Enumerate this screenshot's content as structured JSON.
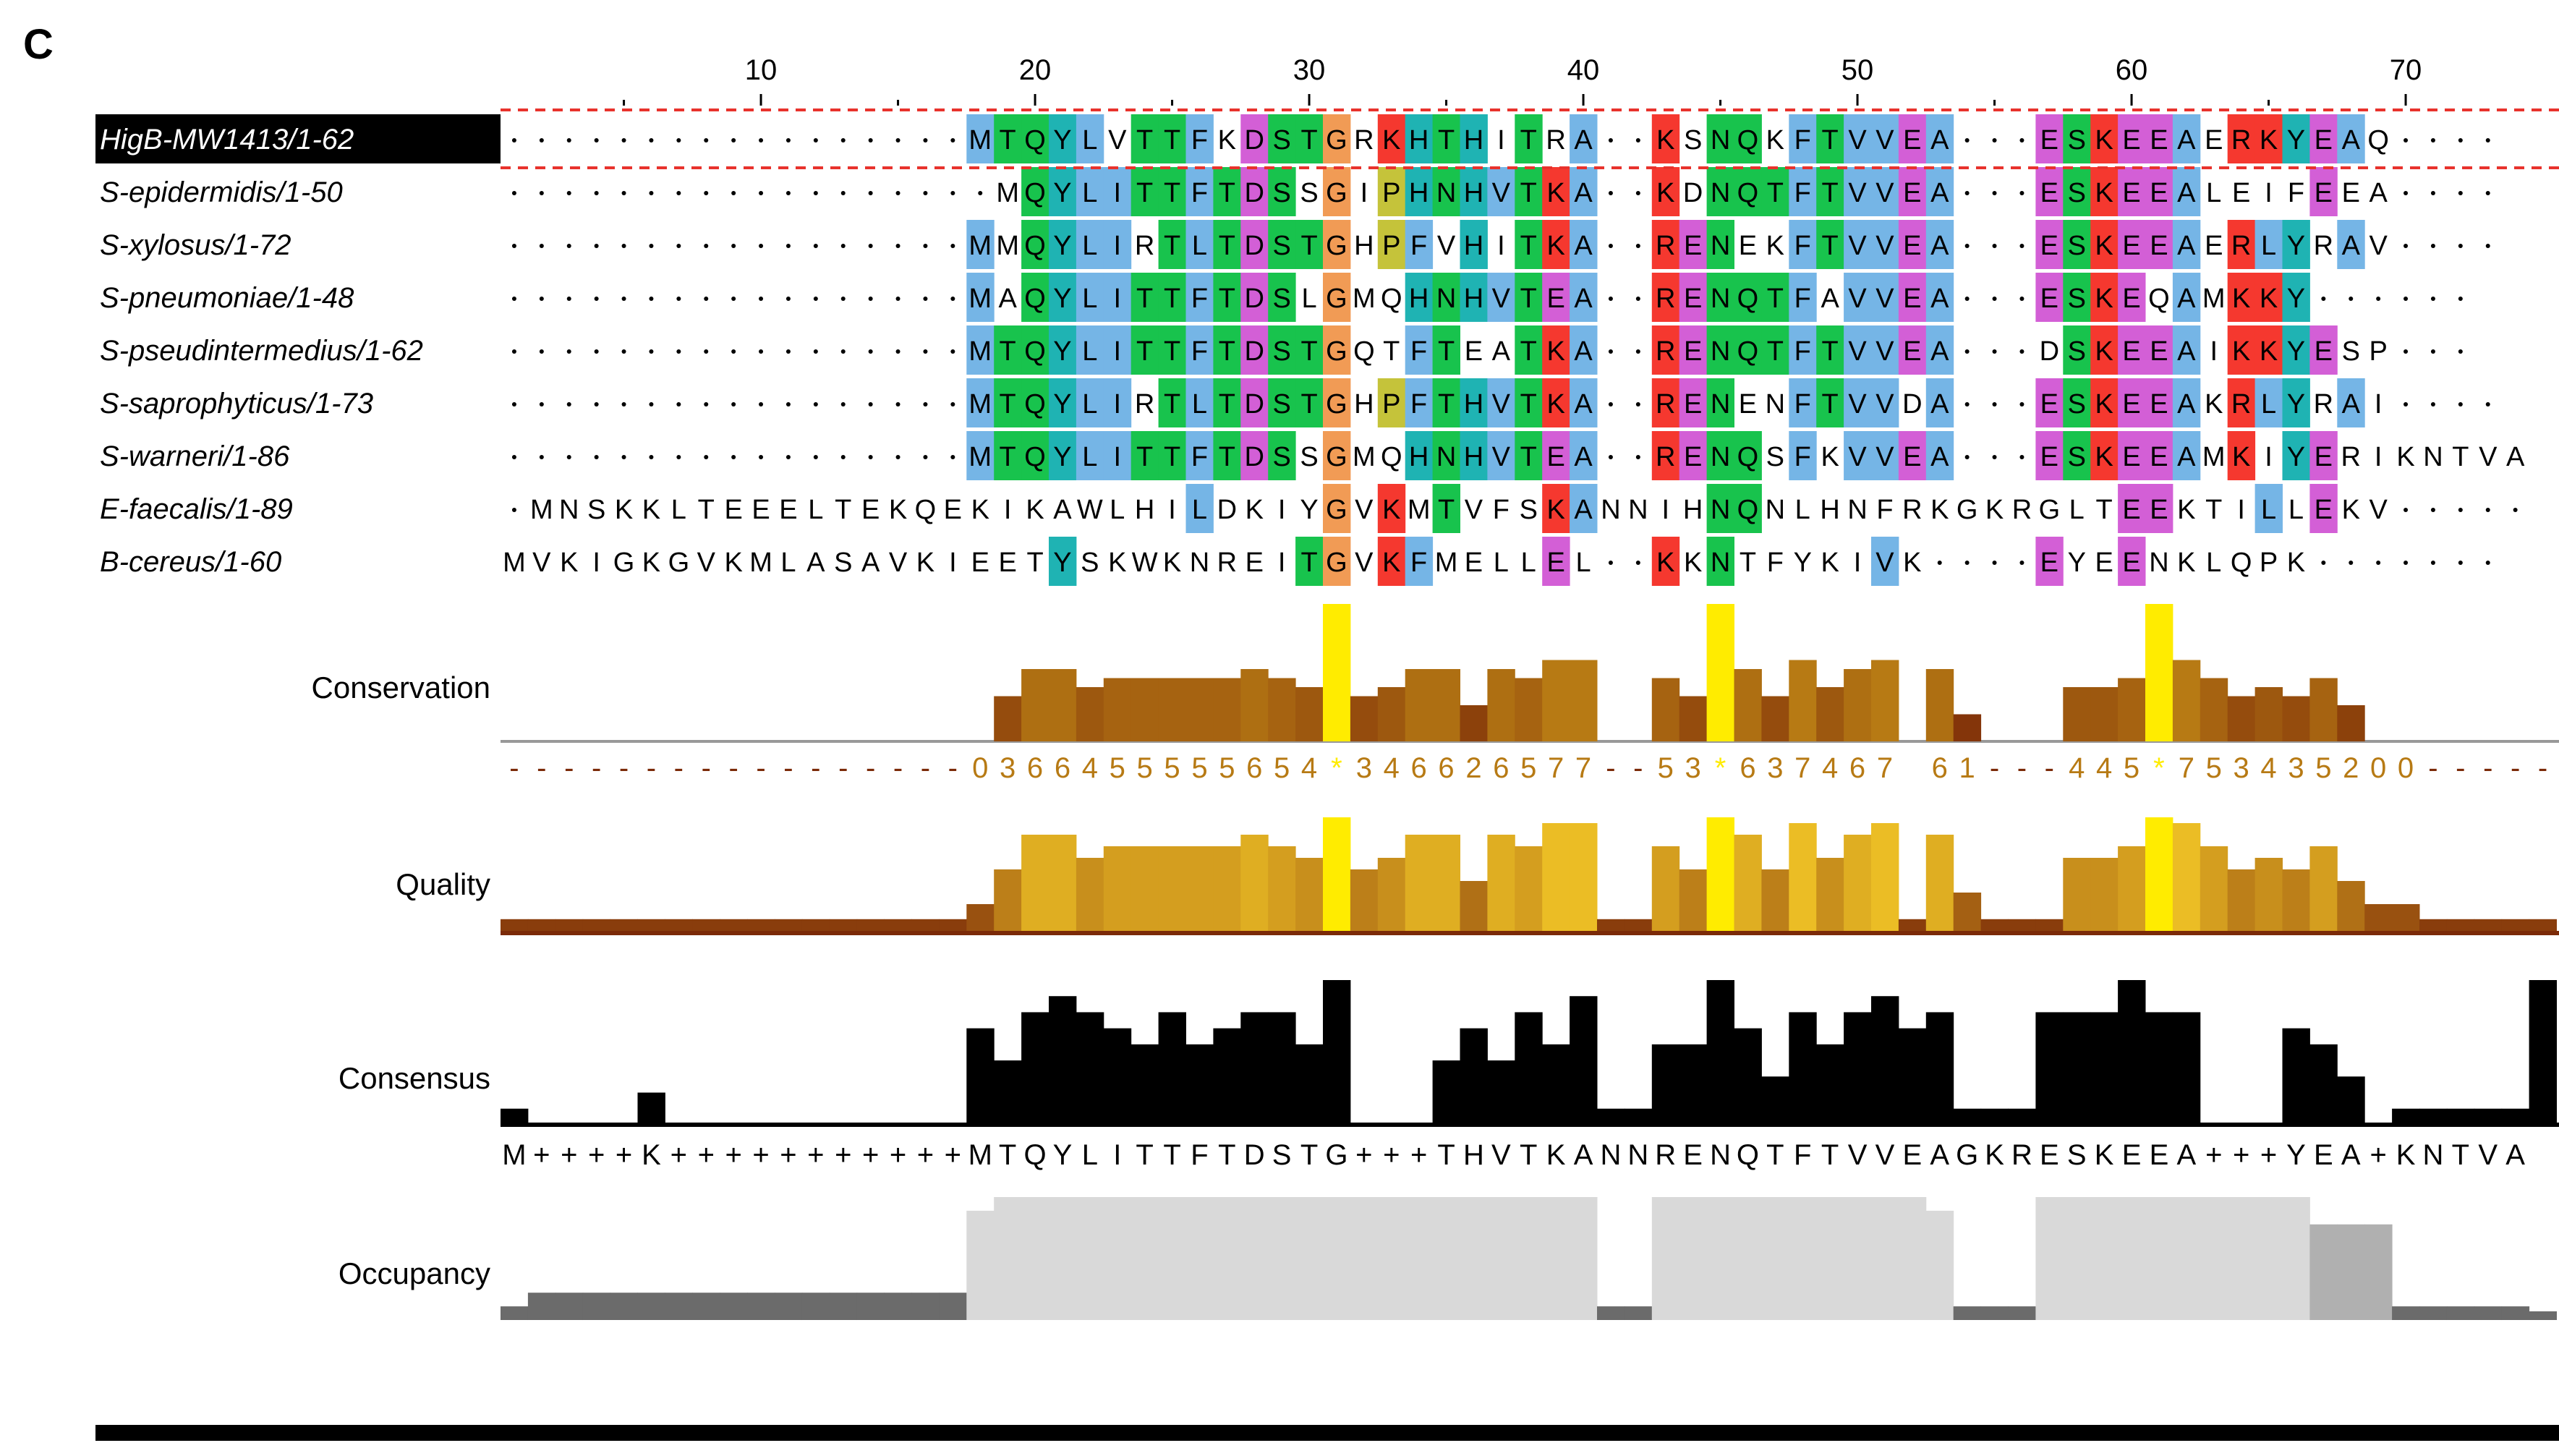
{
  "panel_label": "C",
  "ruler_ticks": [
    "10",
    "20",
    "30",
    "40",
    "50",
    "60",
    "70"
  ],
  "sequences": [
    {
      "name": "HigB-MW1413/1-62",
      "residues": "-----------------MTQYLVTTFKDSTGRKHTHITRA--KSNQKFTVVEA---ESKEEAERKYEAQ----"
    },
    {
      "name": "S-epidermidis/1-50",
      "residues": "------------------MQYLITTFTDSSGIPHNHVTKA--KDNQTFTVVEA---ESKEEALEIFEEA----"
    },
    {
      "name": "S-xylosus/1-72",
      "residues": "-----------------MMQYLIRTLTDSTGHPFVHITKA--RENEKFTVVEA---ESKEEAERLYRAV----"
    },
    {
      "name": "S-pneumoniae/1-48",
      "residues": "-----------------MAQYLITTFTDSLGMQHNHVTEA--RENQTFAVVEA---ESKEQAMKKY------"
    },
    {
      "name": "S-pseudintermedius/1-62",
      "residues": "-----------------MTQYLITTFTDSTGQTFTEATKA--RENQTFTVVEA---DSKEEAIKKYESP---"
    },
    {
      "name": "S-saprophyticus/1-73",
      "residues": "-----------------MTQYLIRTLTDSTGHPFTHVTKA--RENENFTVVDA---ESKEEAKRLYRAI----"
    },
    {
      "name": "S-warneri/1-86",
      "residues": "-----------------MTQYLITTFTDSSGMQHNHVTEA--RENQSFKVVEA---ESKEEAMKIYERIKNTVA"
    },
    {
      "name": "E-faecalis/1-89",
      "residues": "-MNSKKLTEEELTEKQEKIKAWLHILDKIYGVKMTVFSKANNIHNQNLHNFRKGKRGLTEEKTILLEKV-----"
    },
    {
      "name": "B-cereus/1-60",
      "residues": "MVKIGKGVKMLASAVKIEETYSKWKNREITGVKFMELLEL--KKNTFYKIVK----EYEENKLQPK-------"
    }
  ],
  "tracks": {
    "conservation_label": "Conservation",
    "quality_label": "Quality",
    "consensus_label": "Consensus",
    "occupancy_label": "Occupancy",
    "conservation_scores": "-----------------0366455555654*346626577--53*637467 61---445*753435200-----",
    "consensus_sequence": "M++++K+++++++++++MTQYLITTFTDSTG+++THVTKANNRENQTFTVVEAGKRESKEEA+++YEA+KNTVA"
  },
  "colors": {
    "hydrophobic": "#75b5e6",
    "polar": "#18c34d",
    "positive": "#f5382f",
    "negative": "#d35fd6",
    "cysteine_like": "#f19b55",
    "glycine": "#f19b55",
    "proline": "#c5c33a",
    "aromatic": "#1fb3b3",
    "conservation_bar": "#b77a14",
    "quality_low": "#7b2a08",
    "quality_high": "#f1c526",
    "consensus_bar": "#000000",
    "occupancy_light": "#d9d9d9",
    "occupancy_dark": "#6b6b6b",
    "highlight_star": "#ffec00",
    "reference_row_bg": "#000000",
    "reference_row_text": "#ffffff",
    "dashed_box": "#e8322c"
  }
}
